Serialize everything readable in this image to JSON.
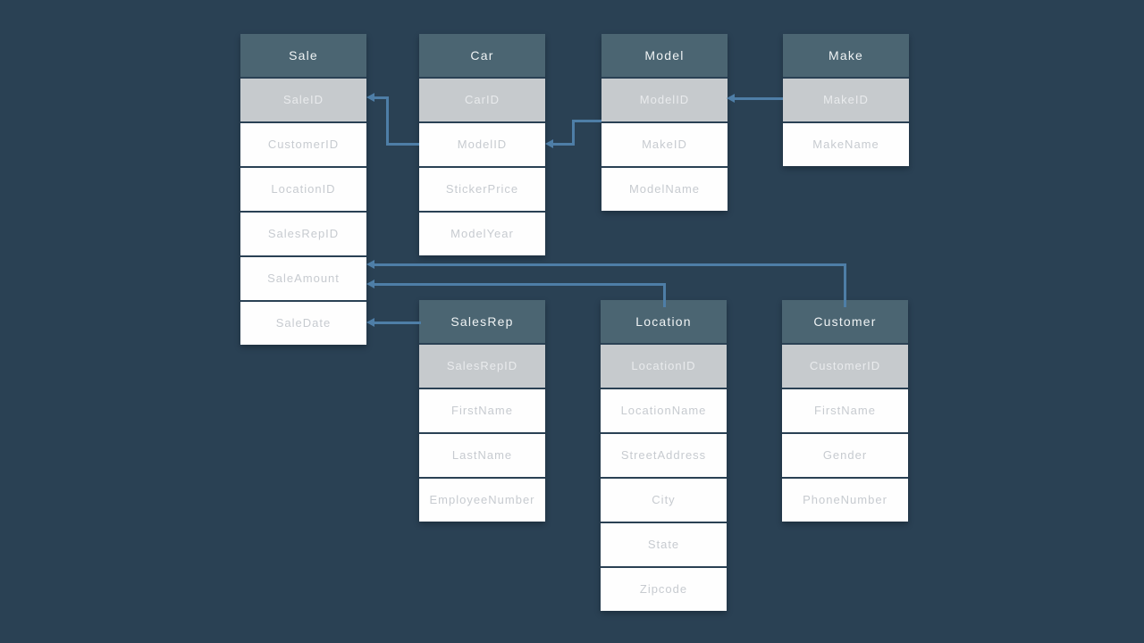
{
  "diagram_type": "entity-relationship",
  "colors": {
    "background": "#2a4154",
    "table_header": "#4b6572",
    "key_row": "#c6cacd",
    "field_row": "#fefefe",
    "field_text": "#c7cbd0",
    "key_text": "#e9ebed",
    "header_text": "#eff3f4",
    "connector": "#4e7ea7"
  },
  "tables": [
    {
      "name": "Sale",
      "fields": [
        "SaleID",
        "CustomerID",
        "LocationID",
        "SalesRepID",
        "SaleAmount",
        "SaleDate"
      ]
    },
    {
      "name": "Car",
      "fields": [
        "CarID",
        "ModelID",
        "StickerPrice",
        "ModelYear"
      ]
    },
    {
      "name": "Model",
      "fields": [
        "ModelID",
        "MakeID",
        "ModelName"
      ]
    },
    {
      "name": "Make",
      "fields": [
        "MakeID",
        "MakeName"
      ]
    },
    {
      "name": "SalesRep",
      "fields": [
        "SalesRepID",
        "FirstName",
        "LastName",
        "EmployeeNumber"
      ]
    },
    {
      "name": "Location",
      "fields": [
        "LocationID",
        "LocationName",
        "StreetAddress",
        "City",
        "State",
        "Zipcode"
      ]
    },
    {
      "name": "Customer",
      "fields": [
        "CustomerID",
        "FirstName",
        "Gender",
        "PhoneNumber"
      ]
    }
  ],
  "relationships": [
    {
      "from": "Car.ModelID",
      "to": "Sale.SaleID"
    },
    {
      "from": "Model.ModelID",
      "to": "Car.ModelID"
    },
    {
      "from": "Make.MakeID",
      "to": "Model.ModelID"
    },
    {
      "from": "SalesRep",
      "to": "Sale.SaleDate"
    },
    {
      "from": "Customer",
      "to": "Sale.SaleAmount"
    },
    {
      "from": "Location",
      "to": "Sale.SaleAmount"
    }
  ]
}
